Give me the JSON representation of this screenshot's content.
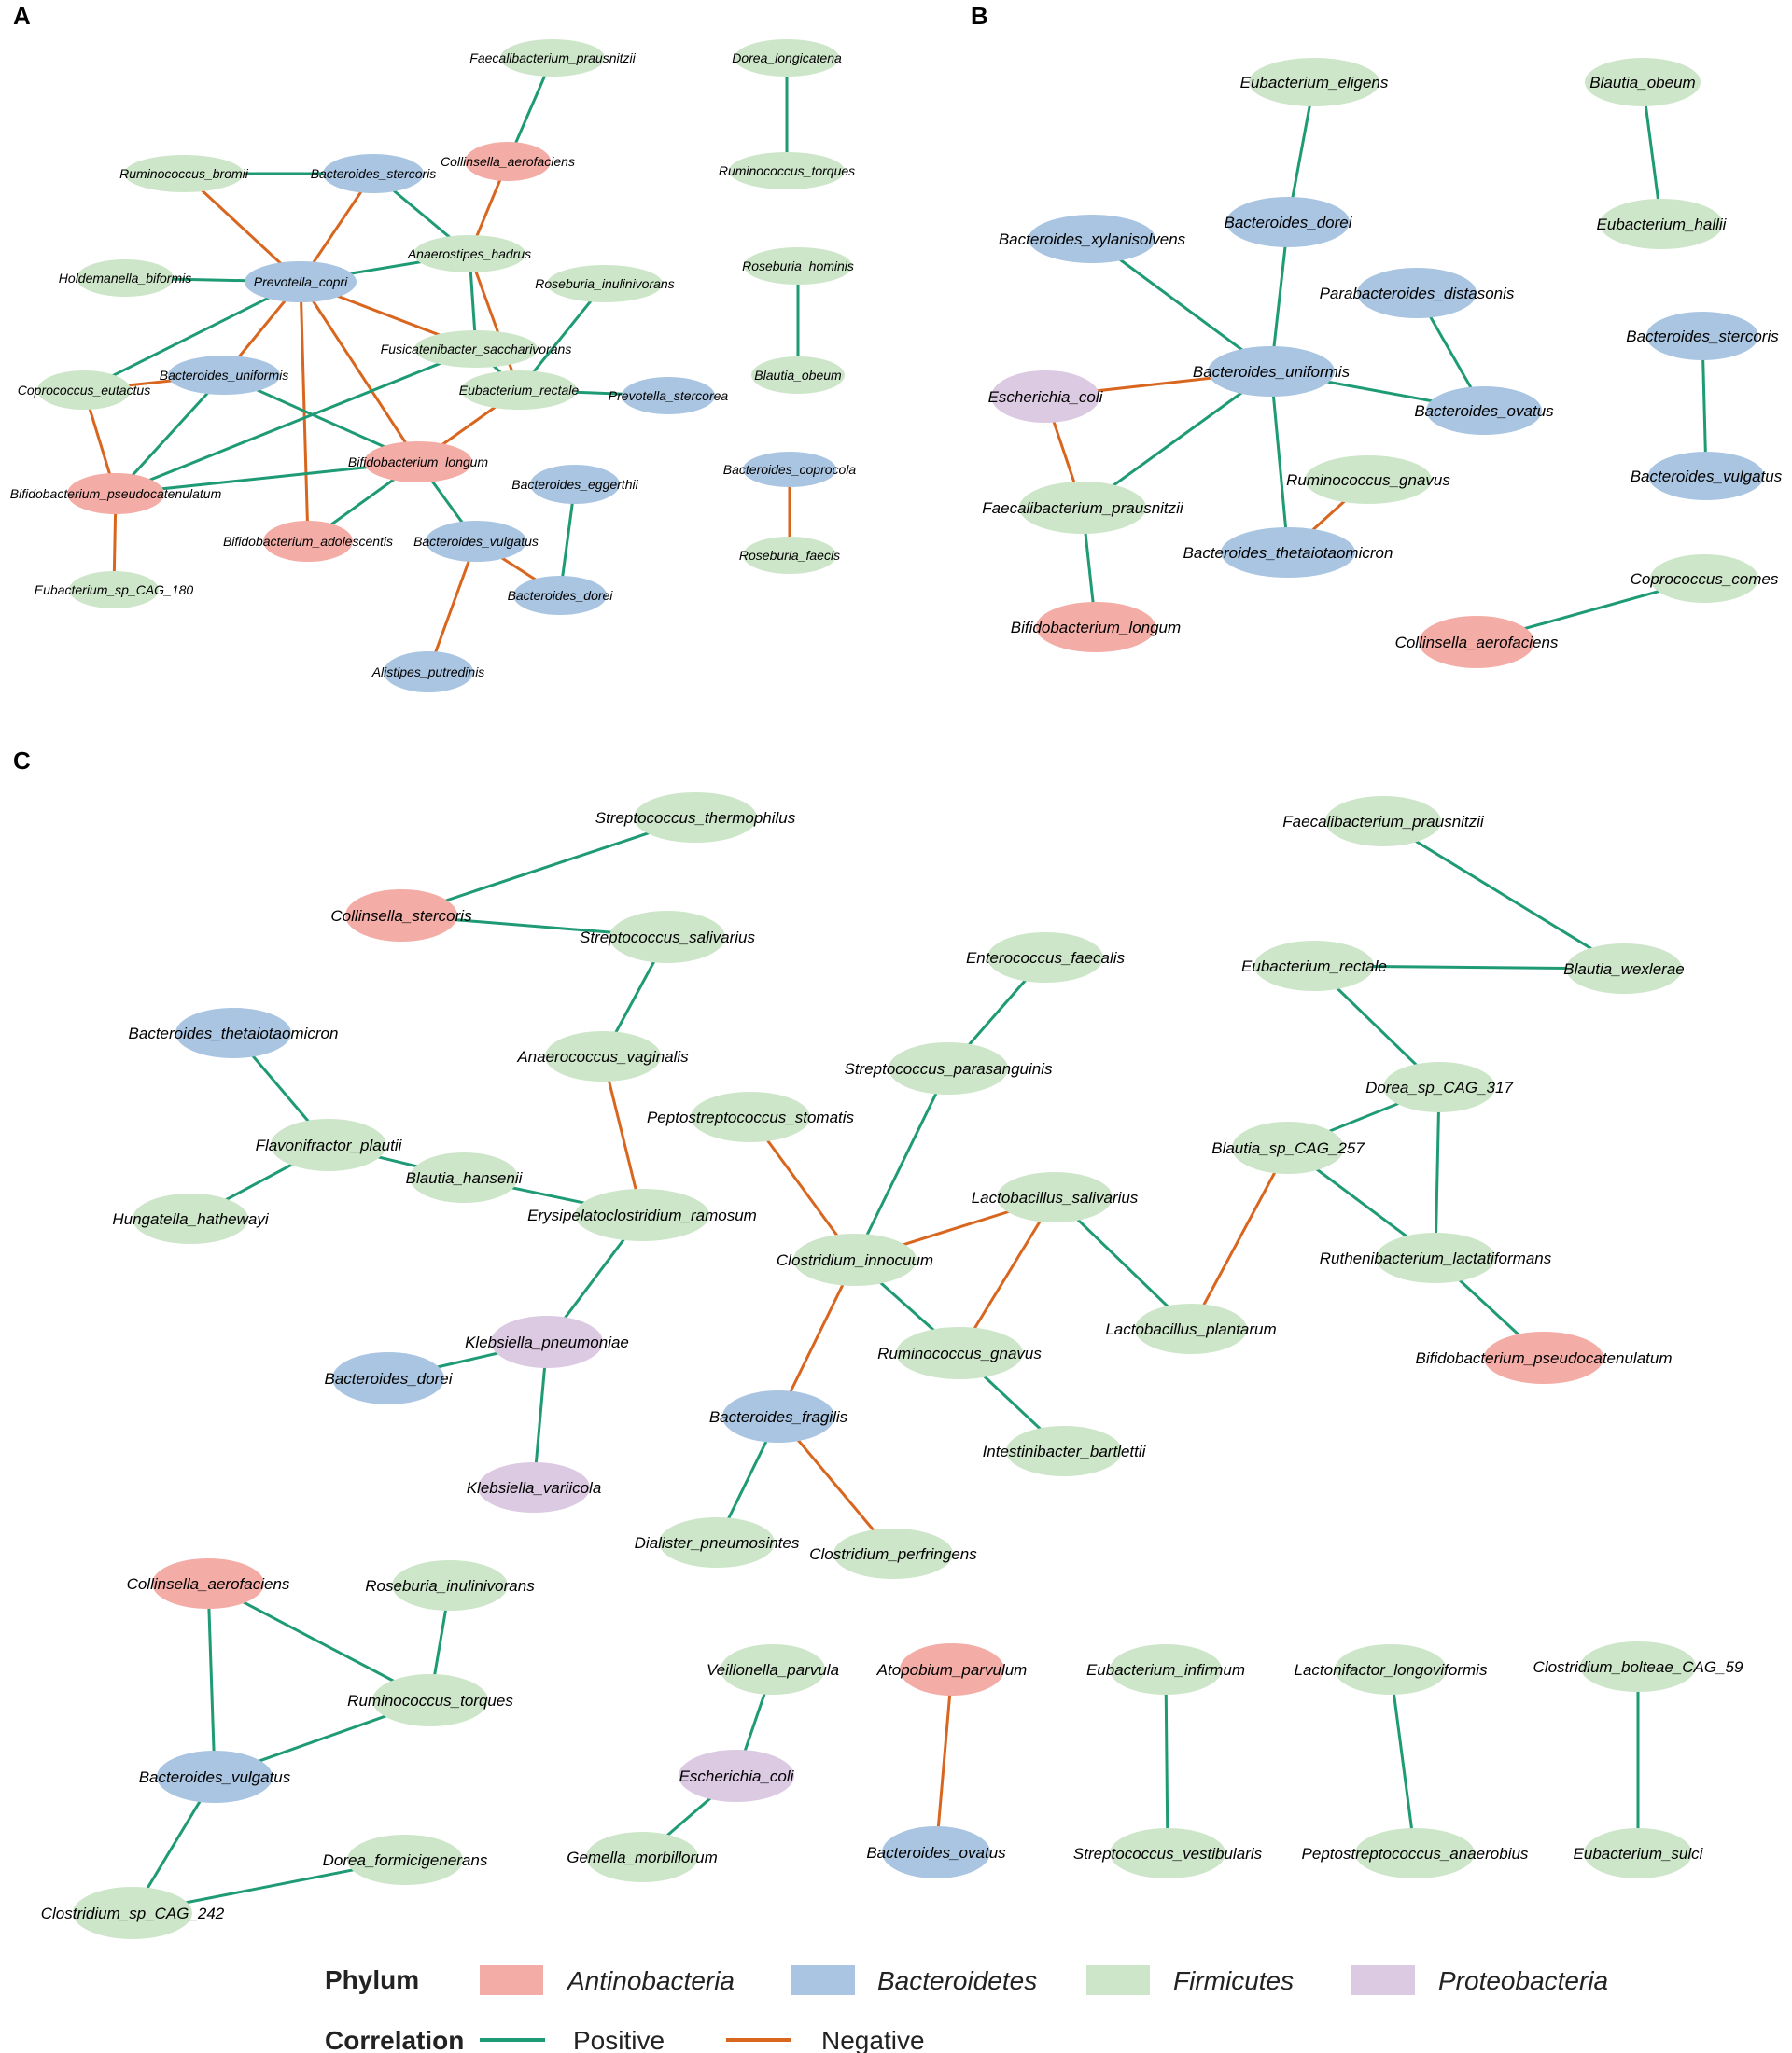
{
  "colors": {
    "Antinobacteria": "#f4aca6",
    "Bacteroidetes": "#a9c5e2",
    "Firmicutes": "#cde6c9",
    "Proteobacteria": "#dcc9e2",
    "positive": "#1e9a74",
    "negative": "#d9661f"
  },
  "panels": [
    {
      "letter": "A",
      "nodes": [
        {
          "id": "a_fp",
          "label": "Faecalibacterium_prausnitzii",
          "phylum": "Firmicutes"
        },
        {
          "id": "a_dl",
          "label": "Dorea_longicatena",
          "phylum": "Firmicutes"
        },
        {
          "id": "a_ca",
          "label": "Collinsella_aerofaciens",
          "phylum": "Antinobacteria"
        },
        {
          "id": "a_rb",
          "label": "Ruminococcus_bromii",
          "phylum": "Firmicutes"
        },
        {
          "id": "a_bs",
          "label": "Bacteroides_stercoris",
          "phylum": "Bacteroidetes"
        },
        {
          "id": "a_rt",
          "label": "Ruminococcus_torques",
          "phylum": "Firmicutes"
        },
        {
          "id": "a_ah",
          "label": "Anaerostipes_hadrus",
          "phylum": "Firmicutes"
        },
        {
          "id": "a_rh",
          "label": "Roseburia_hominis",
          "phylum": "Firmicutes"
        },
        {
          "id": "a_hb",
          "label": "Holdemanella_biformis",
          "phylum": "Firmicutes"
        },
        {
          "id": "a_pc",
          "label": "Prevotella_copri",
          "phylum": "Bacteroidetes"
        },
        {
          "id": "a_ri",
          "label": "Roseburia_inulinivorans",
          "phylum": "Firmicutes"
        },
        {
          "id": "a_fs",
          "label": "Fusicatenibacter_saccharivorans",
          "phylum": "Firmicutes"
        },
        {
          "id": "a_ce",
          "label": "Coprococcus_eutactus",
          "phylum": "Firmicutes"
        },
        {
          "id": "a_bu",
          "label": "Bacteroides_uniformis",
          "phylum": "Bacteroidetes"
        },
        {
          "id": "a_bo",
          "label": "Blautia_obeum",
          "phylum": "Firmicutes"
        },
        {
          "id": "a_er",
          "label": "Eubacterium_rectale",
          "phylum": "Firmicutes"
        },
        {
          "id": "a_ps",
          "label": "Prevotella_stercorea",
          "phylum": "Bacteroidetes"
        },
        {
          "id": "a_bl",
          "label": "Bifidobacterium_longum",
          "phylum": "Antinobacteria"
        },
        {
          "id": "a_bc",
          "label": "Bacteroides_coprocola",
          "phylum": "Bacteroidetes"
        },
        {
          "id": "a_bp",
          "label": "Bifidobacterium_pseudocatenulatum",
          "phylum": "Antinobacteria"
        },
        {
          "id": "a_be",
          "label": "Bacteroides_eggerthii",
          "phylum": "Bacteroidetes"
        },
        {
          "id": "a_ba",
          "label": "Bifidobacterium_adolescentis",
          "phylum": "Antinobacteria"
        },
        {
          "id": "a_bv",
          "label": "Bacteroides_vulgatus",
          "phylum": "Bacteroidetes"
        },
        {
          "id": "a_rf",
          "label": "Roseburia_faecis",
          "phylum": "Firmicutes"
        },
        {
          "id": "a_es",
          "label": "Eubacterium_sp_CAG_180",
          "phylum": "Firmicutes"
        },
        {
          "id": "a_bd",
          "label": "Bacteroides_dorei",
          "phylum": "Bacteroidetes"
        },
        {
          "id": "a_ap",
          "label": "Alistipes_putredinis",
          "phylum": "Bacteroidetes"
        }
      ],
      "edges": [
        [
          "a_fp",
          "a_ca",
          "positive"
        ],
        [
          "a_dl",
          "a_rt",
          "positive"
        ],
        [
          "a_rb",
          "a_bs",
          "positive"
        ],
        [
          "a_rb",
          "a_pc",
          "negative"
        ],
        [
          "a_bs",
          "a_pc",
          "negative"
        ],
        [
          "a_bs",
          "a_ah",
          "positive"
        ],
        [
          "a_ca",
          "a_ah",
          "negative"
        ],
        [
          "a_hb",
          "a_pc",
          "positive"
        ],
        [
          "a_pc",
          "a_ah",
          "positive"
        ],
        [
          "a_pc",
          "a_bu",
          "negative"
        ],
        [
          "a_pc",
          "a_fs",
          "negative"
        ],
        [
          "a_pc",
          "a_bl",
          "negative"
        ],
        [
          "a_pc",
          "a_ce",
          "positive"
        ],
        [
          "a_pc",
          "a_ba",
          "negative"
        ],
        [
          "a_ah",
          "a_fs",
          "positive"
        ],
        [
          "a_ah",
          "a_er",
          "negative"
        ],
        [
          "a_ri",
          "a_er",
          "positive"
        ],
        [
          "a_fs",
          "a_bp",
          "positive"
        ],
        [
          "a_fs",
          "a_er",
          "positive"
        ],
        [
          "a_ce",
          "a_bu",
          "negative"
        ],
        [
          "a_ce",
          "a_bp",
          "negative"
        ],
        [
          "a_bu",
          "a_bp",
          "positive"
        ],
        [
          "a_bu",
          "a_bl",
          "positive"
        ],
        [
          "a_er",
          "a_ps",
          "positive"
        ],
        [
          "a_er",
          "a_bl",
          "negative"
        ],
        [
          "a_rh",
          "a_bo",
          "positive"
        ],
        [
          "a_bp",
          "a_bl",
          "positive"
        ],
        [
          "a_bp",
          "a_es",
          "negative"
        ],
        [
          "a_bl",
          "a_ba",
          "positive"
        ],
        [
          "a_bl",
          "a_bv",
          "positive"
        ],
        [
          "a_be",
          "a_bd",
          "positive"
        ],
        [
          "a_bv",
          "a_bd",
          "negative"
        ],
        [
          "a_bv",
          "a_ap",
          "negative"
        ],
        [
          "a_bc",
          "a_rf",
          "negative"
        ]
      ]
    },
    {
      "letter": "B",
      "nodes": [
        {
          "id": "b_ee",
          "label": "Eubacterium_eligens",
          "phylum": "Firmicutes"
        },
        {
          "id": "b_bo",
          "label": "Blautia_obeum",
          "phylum": "Firmicutes"
        },
        {
          "id": "b_bd",
          "label": "Bacteroides_dorei",
          "phylum": "Bacteroidetes"
        },
        {
          "id": "b_eh",
          "label": "Eubacterium_hallii",
          "phylum": "Firmicutes"
        },
        {
          "id": "b_bx",
          "label": "Bacteroides_xylanisolvens",
          "phylum": "Bacteroidetes"
        },
        {
          "id": "b_pd",
          "label": "Parabacteroides_distasonis",
          "phylum": "Bacteroidetes"
        },
        {
          "id": "b_bs",
          "label": "Bacteroides_stercoris",
          "phylum": "Bacteroidetes"
        },
        {
          "id": "b_bu",
          "label": "Bacteroides_uniformis",
          "phylum": "Bacteroidetes"
        },
        {
          "id": "b_ec",
          "label": "Escherichia_coli",
          "phylum": "Proteobacteria"
        },
        {
          "id": "b_bov",
          "label": "Bacteroides_ovatus",
          "phylum": "Bacteroidetes"
        },
        {
          "id": "b_bv",
          "label": "Bacteroides_vulgatus",
          "phylum": "Bacteroidetes"
        },
        {
          "id": "b_rg",
          "label": "Ruminococcus_gnavus",
          "phylum": "Firmicutes"
        },
        {
          "id": "b_fp",
          "label": "Faecalibacterium_prausnitzii",
          "phylum": "Firmicutes"
        },
        {
          "id": "b_bt",
          "label": "Bacteroides_thetaiotaomicron",
          "phylum": "Bacteroidetes"
        },
        {
          "id": "b_cc",
          "label": "Coprococcus_comes",
          "phylum": "Firmicutes"
        },
        {
          "id": "b_bl",
          "label": "Bifidobacterium_longum",
          "phylum": "Antinobacteria"
        },
        {
          "id": "b_ca",
          "label": "Collinsella_aerofaciens",
          "phylum": "Antinobacteria"
        }
      ],
      "edges": [
        [
          "b_ee",
          "b_bd",
          "positive"
        ],
        [
          "b_bo",
          "b_eh",
          "positive"
        ],
        [
          "b_bd",
          "b_bu",
          "positive"
        ],
        [
          "b_bx",
          "b_bu",
          "positive"
        ],
        [
          "b_pd",
          "b_bov",
          "positive"
        ],
        [
          "b_bu",
          "b_bov",
          "positive"
        ],
        [
          "b_bu",
          "b_ec",
          "negative"
        ],
        [
          "b_bu",
          "b_fp",
          "positive"
        ],
        [
          "b_bu",
          "b_bt",
          "positive"
        ],
        [
          "b_ec",
          "b_fp",
          "negative"
        ],
        [
          "b_rg",
          "b_bt",
          "negative"
        ],
        [
          "b_fp",
          "b_bl",
          "positive"
        ],
        [
          "b_bs",
          "b_bv",
          "positive"
        ],
        [
          "b_cc",
          "b_ca",
          "positive"
        ]
      ]
    },
    {
      "letter": "C",
      "nodes": [
        {
          "id": "c_st",
          "label": "Streptococcus_thermophilus",
          "phylum": "Firmicutes"
        },
        {
          "id": "c_fp",
          "label": "Faecalibacterium_prausnitzii",
          "phylum": "Firmicutes"
        },
        {
          "id": "c_cs",
          "label": "Collinsella_stercoris",
          "phylum": "Antinobacteria"
        },
        {
          "id": "c_ss",
          "label": "Streptococcus_salivarius",
          "phylum": "Firmicutes"
        },
        {
          "id": "c_ef",
          "label": "Enterococcus_faecalis",
          "phylum": "Firmicutes"
        },
        {
          "id": "c_er",
          "label": "Eubacterium_rectale",
          "phylum": "Firmicutes"
        },
        {
          "id": "c_bw",
          "label": "Blautia_wexlerae",
          "phylum": "Firmicutes"
        },
        {
          "id": "c_bt",
          "label": "Bacteroides_thetaiotaomicron",
          "phylum": "Bacteroidetes"
        },
        {
          "id": "c_av",
          "label": "Anaerococcus_vaginalis",
          "phylum": "Firmicutes"
        },
        {
          "id": "c_sp",
          "label": "Streptococcus_parasanguinis",
          "phylum": "Firmicutes"
        },
        {
          "id": "c_ds",
          "label": "Dorea_sp_CAG_317",
          "phylum": "Firmicutes"
        },
        {
          "id": "c_ps",
          "label": "Peptostreptococcus_stomatis",
          "phylum": "Firmicutes"
        },
        {
          "id": "c_fpl",
          "label": "Flavonifractor_plautii",
          "phylum": "Firmicutes"
        },
        {
          "id": "c_bs",
          "label": "Blautia_sp_CAG_257",
          "phylum": "Firmicutes"
        },
        {
          "id": "c_bh",
          "label": "Blautia_hansenii",
          "phylum": "Firmicutes"
        },
        {
          "id": "c_ls",
          "label": "Lactobacillus_salivarius",
          "phylum": "Firmicutes"
        },
        {
          "id": "c_hh",
          "label": "Hungatella_hathewayi",
          "phylum": "Firmicutes"
        },
        {
          "id": "c_eras",
          "label": "Erysipelatoclostridium_ramosum",
          "phylum": "Firmicutes"
        },
        {
          "id": "c_ci",
          "label": "Clostridium_innocuum",
          "phylum": "Firmicutes"
        },
        {
          "id": "c_rl",
          "label": "Ruthenibacterium_lactatiformans",
          "phylum": "Firmicutes"
        },
        {
          "id": "c_lp",
          "label": "Lactobacillus_plantarum",
          "phylum": "Firmicutes"
        },
        {
          "id": "c_kp",
          "label": "Klebsiella_pneumoniae",
          "phylum": "Proteobacteria"
        },
        {
          "id": "c_rg",
          "label": "Ruminococcus_gnavus",
          "phylum": "Firmicutes"
        },
        {
          "id": "c_bp",
          "label": "Bifidobacterium_pseudocatenulatum",
          "phylum": "Antinobacteria"
        },
        {
          "id": "c_bd",
          "label": "Bacteroides_dorei",
          "phylum": "Bacteroidetes"
        },
        {
          "id": "c_bf",
          "label": "Bacteroides_fragilis",
          "phylum": "Bacteroidetes"
        },
        {
          "id": "c_ib",
          "label": "Intestinibacter_bartlettii",
          "phylum": "Firmicutes"
        },
        {
          "id": "c_kv",
          "label": "Klebsiella_variicola",
          "phylum": "Proteobacteria"
        },
        {
          "id": "c_dp",
          "label": "Dialister_pneumosintes",
          "phylum": "Firmicutes"
        },
        {
          "id": "c_cp",
          "label": "Clostridium_perfringens",
          "phylum": "Firmicutes"
        },
        {
          "id": "c_ca",
          "label": "Collinsella_aerofaciens",
          "phylum": "Antinobacteria"
        },
        {
          "id": "c_ri",
          "label": "Roseburia_inulinivorans",
          "phylum": "Firmicutes"
        },
        {
          "id": "c_vp",
          "label": "Veillonella_parvula",
          "phylum": "Firmicutes"
        },
        {
          "id": "c_ap",
          "label": "Atopobium_parvulum",
          "phylum": "Antinobacteria"
        },
        {
          "id": "c_ei",
          "label": "Eubacterium_infirmum",
          "phylum": "Firmicutes"
        },
        {
          "id": "c_llo",
          "label": "Lactonifactor_longoviformis",
          "phylum": "Firmicutes"
        },
        {
          "id": "c_cb",
          "label": "Clostridium_bolteae_CAG_59",
          "phylum": "Firmicutes"
        },
        {
          "id": "c_rt",
          "label": "Ruminococcus_torques",
          "phylum": "Firmicutes"
        },
        {
          "id": "c_ec",
          "label": "Escherichia_coli",
          "phylum": "Proteobacteria"
        },
        {
          "id": "c_bv",
          "label": "Bacteroides_vulgatus",
          "phylum": "Bacteroidetes"
        },
        {
          "id": "c_gm",
          "label": "Gemella_morbillorum",
          "phylum": "Firmicutes"
        },
        {
          "id": "c_bov",
          "label": "Bacteroides_ovatus",
          "phylum": "Bacteroidetes"
        },
        {
          "id": "c_sv",
          "label": "Streptococcus_vestibularis",
          "phylum": "Firmicutes"
        },
        {
          "id": "c_pa",
          "label": "Peptostreptococcus_anaerobius",
          "phylum": "Firmicutes"
        },
        {
          "id": "c_es",
          "label": "Eubacterium_sulci",
          "phylum": "Firmicutes"
        },
        {
          "id": "c_df",
          "label": "Dorea_formicigenerans",
          "phylum": "Firmicutes"
        },
        {
          "id": "c_csp",
          "label": "Clostridium_sp_CAG_242",
          "phylum": "Firmicutes"
        }
      ],
      "edges": [
        [
          "c_st",
          "c_cs",
          "positive"
        ],
        [
          "c_cs",
          "c_ss",
          "positive"
        ],
        [
          "c_ss",
          "c_av",
          "positive"
        ],
        [
          "c_av",
          "c_eras",
          "negative"
        ],
        [
          "c_ef",
          "c_sp",
          "positive"
        ],
        [
          "c_sp",
          "c_ci",
          "positive"
        ],
        [
          "c_ps",
          "c_ci",
          "negative"
        ],
        [
          "c_fp",
          "c_bw",
          "positive"
        ],
        [
          "c_er",
          "c_bw",
          "positive"
        ],
        [
          "c_er",
          "c_ds",
          "positive"
        ],
        [
          "c_ds",
          "c_bs",
          "positive"
        ],
        [
          "c_ds",
          "c_rl",
          "positive"
        ],
        [
          "c_bs",
          "c_rl",
          "positive"
        ],
        [
          "c_bs",
          "c_lp",
          "negative"
        ],
        [
          "c_rl",
          "c_bp",
          "positive"
        ],
        [
          "c_bt",
          "c_fpl",
          "positive"
        ],
        [
          "c_fpl",
          "c_hh",
          "positive"
        ],
        [
          "c_fpl",
          "c_bh",
          "positive"
        ],
        [
          "c_bh",
          "c_eras",
          "positive"
        ],
        [
          "c_eras",
          "c_kp",
          "positive"
        ],
        [
          "c_kp",
          "c_bd",
          "positive"
        ],
        [
          "c_kp",
          "c_kv",
          "positive"
        ],
        [
          "c_ci",
          "c_ls",
          "negative"
        ],
        [
          "c_ci",
          "c_rg",
          "positive"
        ],
        [
          "c_ci",
          "c_bf",
          "negative"
        ],
        [
          "c_ls",
          "c_lp",
          "positive"
        ],
        [
          "c_ls",
          "c_rg",
          "negative"
        ],
        [
          "c_rg",
          "c_ib",
          "positive"
        ],
        [
          "c_bf",
          "c_dp",
          "positive"
        ],
        [
          "c_bf",
          "c_cp",
          "negative"
        ],
        [
          "c_ca",
          "c_rt",
          "positive"
        ],
        [
          "c_ca",
          "c_bv",
          "positive"
        ],
        [
          "c_ri",
          "c_rt",
          "positive"
        ],
        [
          "c_rt",
          "c_bv",
          "positive"
        ],
        [
          "c_bv",
          "c_csp",
          "positive"
        ],
        [
          "c_df",
          "c_csp",
          "positive"
        ],
        [
          "c_vp",
          "c_ec",
          "positive"
        ],
        [
          "c_ec",
          "c_gm",
          "positive"
        ],
        [
          "c_ap",
          "c_bov",
          "negative"
        ],
        [
          "c_ei",
          "c_sv",
          "positive"
        ],
        [
          "c_llo",
          "c_pa",
          "positive"
        ],
        [
          "c_cb",
          "c_es",
          "positive"
        ]
      ]
    }
  ],
  "legend": {
    "phylum_title": "Phylum",
    "phyla": [
      "Antinobacteria",
      "Bacteroidetes",
      "Firmicutes",
      "Proteobacteria"
    ],
    "correlation_title": "Correlation",
    "positive_label": "Positive",
    "negative_label": "Negative"
  }
}
